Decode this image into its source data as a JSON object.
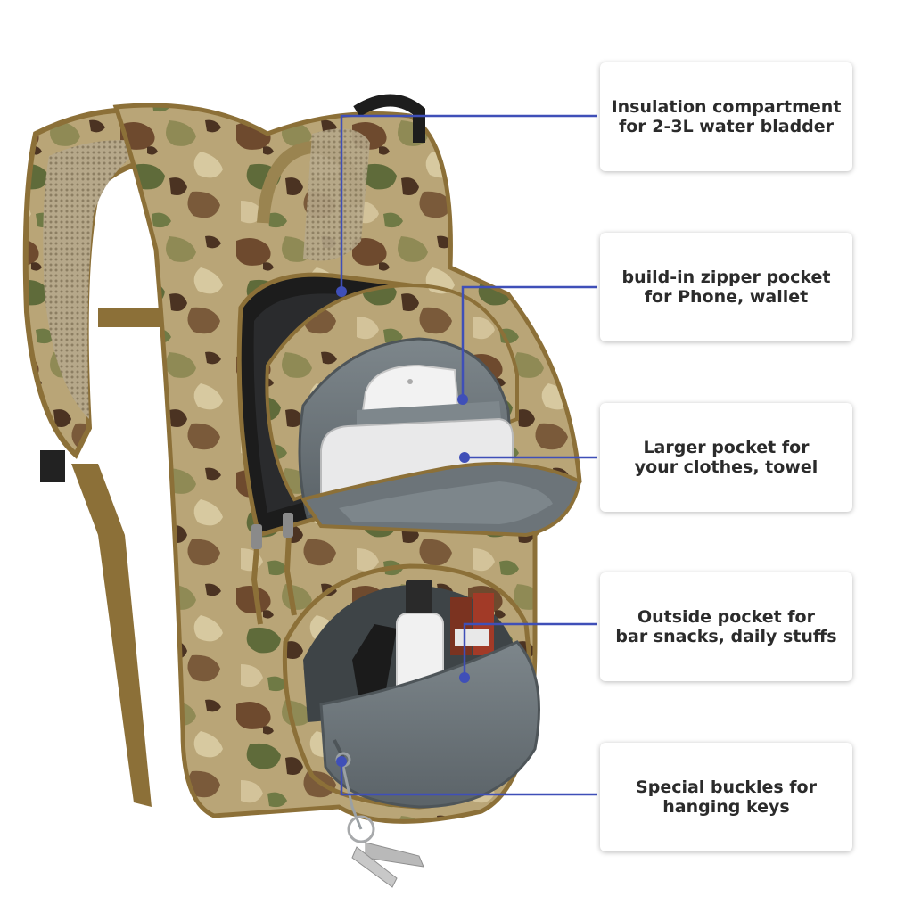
{
  "colors": {
    "callout_line": "#3f4fb8",
    "camo_base": "#b5a074",
    "webbing": "#8c7038",
    "pocket_lining": "#6c7479"
  },
  "subject": "backpack",
  "callouts": [
    {
      "line1": "Insulation compartment",
      "line2": "for 2-3L water bladder"
    },
    {
      "line1": "build-in zipper pocket",
      "line2": "for Phone, wallet"
    },
    {
      "line1": "Larger pocket for",
      "line2": "your clothes, towel"
    },
    {
      "line1": "Outside pocket for",
      "line2": "bar snacks, daily stuffs"
    },
    {
      "line1": "Special buckles for",
      "line2": "hanging keys"
    }
  ]
}
